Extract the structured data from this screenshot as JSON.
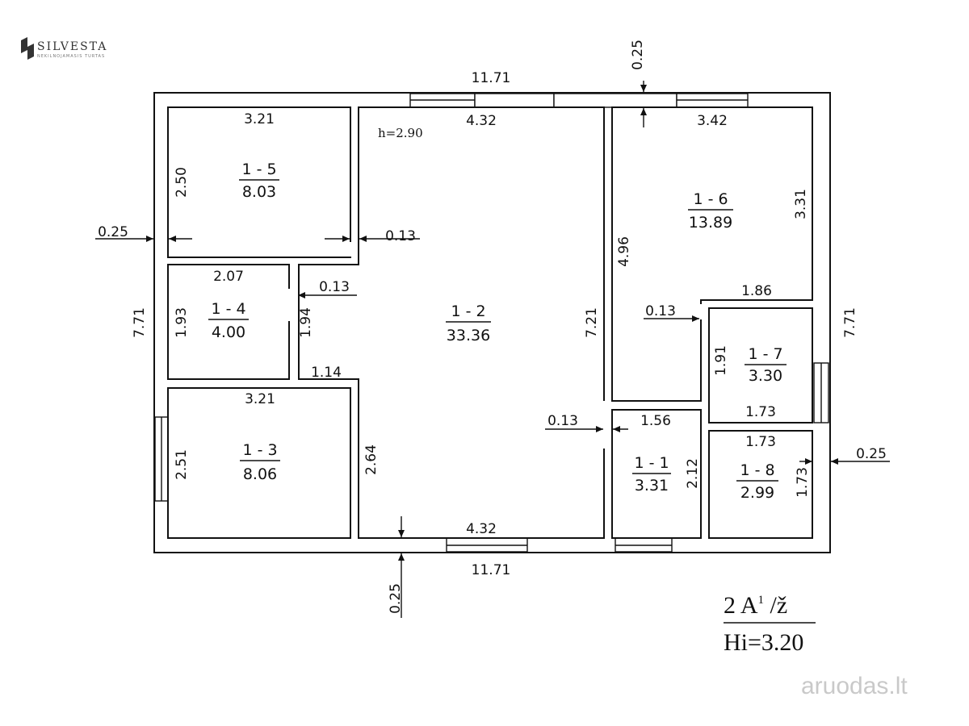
{
  "brand": {
    "name": "SILVESTA",
    "tagline": "NEKILNOJAMASIS TURTAS"
  },
  "watermark": "aruodas.lt",
  "ceiling_note": "h=2.90",
  "classification": {
    "line1": "2 A",
    "sup": "1",
    "line1_tail": " /ž",
    "line2": "Hi=3.20"
  },
  "rooms": {
    "r15": {
      "id": "1 - 5",
      "area": "8.03"
    },
    "r14": {
      "id": "1 - 4",
      "area": "4.00"
    },
    "r13": {
      "id": "1 - 3",
      "area": "8.06"
    },
    "r12": {
      "id": "1 - 2",
      "area": "33.36"
    },
    "r16": {
      "id": "1 - 6",
      "area": "13.89"
    },
    "r17": {
      "id": "1 - 7",
      "area": "3.30"
    },
    "r11": {
      "id": "1 - 1",
      "area": "3.31"
    },
    "r18": {
      "id": "1 - 8",
      "area": "2.99"
    }
  },
  "dims": {
    "top_total": "11.71",
    "bottom_total": "11.71",
    "left_total": "7.71",
    "right_total": "7.71",
    "wall_top": "0.25",
    "wall_left": "0.25",
    "wall_right": "0.25",
    "wall_bottom": "0.25",
    "r15_width": "3.21",
    "r15_height": "2.50",
    "r15_wall": "0.13",
    "r14_width": "2.07",
    "r14_height_left": "1.93",
    "r14_height_right": "1.94",
    "r14_wall": "0.13",
    "r14_bottom": "1.14",
    "r13_width": "3.21",
    "r13_height": "2.51",
    "r12_top": "4.32",
    "r12_bottom": "4.32",
    "r12_height": "7.21",
    "r12_lower_left": "2.64",
    "r12_wall": "0.13",
    "r16_width": "3.42",
    "r16_height_right": "3.31",
    "r16_height_left": "4.96",
    "r16_bottom": "1.86",
    "r16_wall": "0.13",
    "r17_height": "1.91",
    "r17_width": "1.73",
    "r11_width": "1.56",
    "r11_height": "2.12",
    "r18_width": "1.73",
    "r18_height": "1.73"
  }
}
